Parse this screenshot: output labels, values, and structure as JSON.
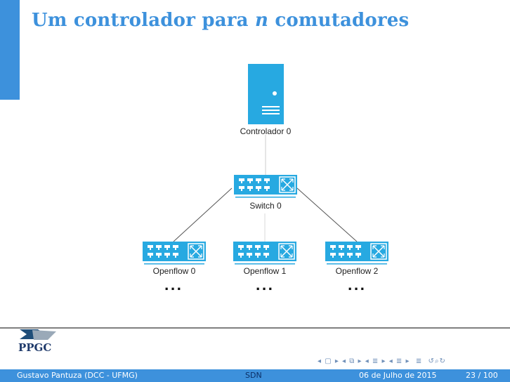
{
  "slide": {
    "title_prefix": "Um controlador para ",
    "title_var": "n",
    "title_suffix": " comutadores"
  },
  "diagram": {
    "controller_label": "Controlador 0",
    "switch_label": "Switch 0",
    "openflow": [
      {
        "label": "Openflow 0",
        "more": "..."
      },
      {
        "label": "Openflow 1",
        "more": "..."
      },
      {
        "label": "Openflow 2",
        "more": "..."
      }
    ]
  },
  "footer": {
    "logo_text": "PPGC",
    "author": "Gustavo Pantuza (DCC - UFMG)",
    "short_title": "SDN",
    "date": "06 de Julho de 2015",
    "page": "23 / 100"
  },
  "colors": {
    "accent": "#3d91dc",
    "device": "#27a9e1",
    "short_title": "#0b2f66"
  },
  "icons": [
    "server-icon",
    "network-switch-icon",
    "beamer-navigation-icons"
  ]
}
